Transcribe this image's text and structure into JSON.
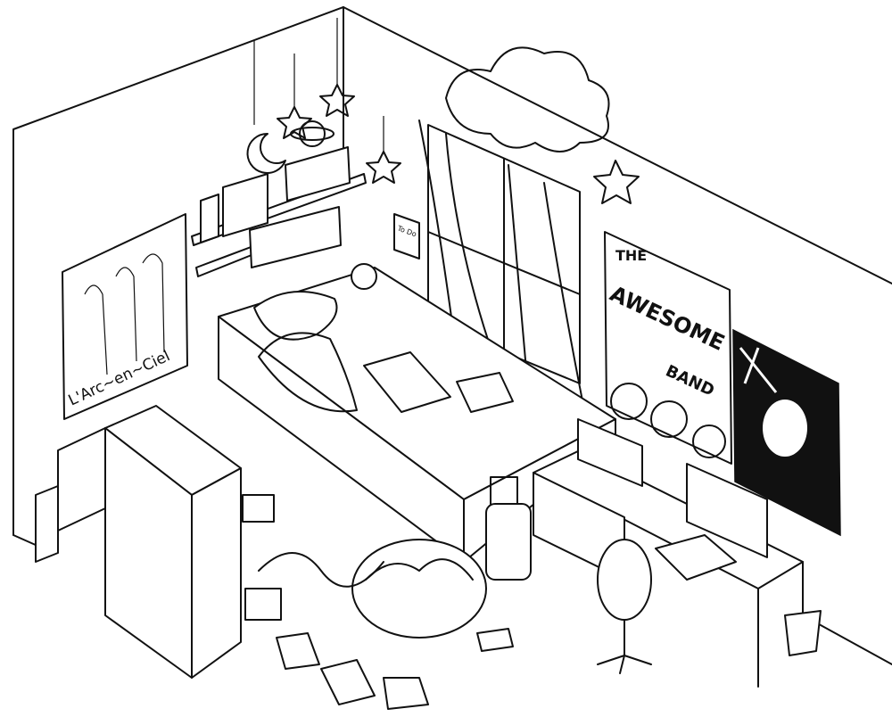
{
  "scene": {
    "style": "black-and-white line art",
    "colors": {
      "ink": "#111111",
      "paper": "#ffffff"
    }
  },
  "posters": {
    "left": {
      "text": "L'Arc~en~Ciel"
    },
    "center": {
      "line1": "THE",
      "line2": "AWESOME",
      "line3": "BAND"
    }
  },
  "note": {
    "text": "To Do"
  }
}
